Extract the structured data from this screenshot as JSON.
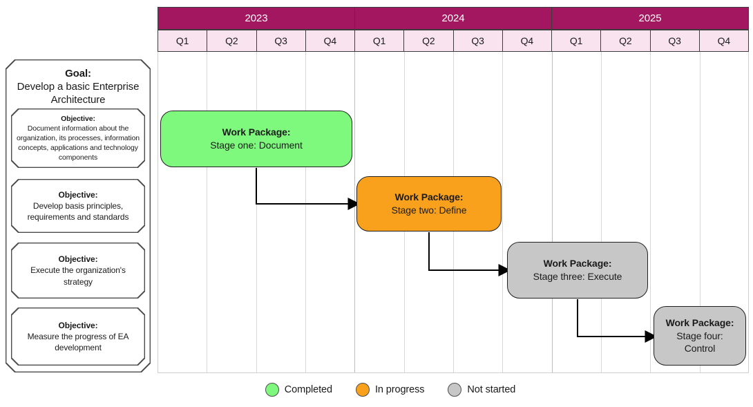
{
  "diagram": {
    "goal_panel": {
      "title_label": "Goal:",
      "title_text": "Develop a basic Enterprise Architecture",
      "objectives": [
        {
          "label": "Objective:",
          "text": "Document information about the organization, its processes, information concepts, applications and technology components"
        },
        {
          "label": "Objective:",
          "text": "Develop basis principles, requirements and standards"
        },
        {
          "label": "Objective:",
          "text": "Execute the organization's strategy"
        },
        {
          "label": "Objective:",
          "text": "Measure the progress of EA development"
        }
      ]
    },
    "timeline": {
      "years": [
        {
          "label": "2023",
          "quarters": [
            "Q1",
            "Q2",
            "Q3",
            "Q4"
          ]
        },
        {
          "label": "2024",
          "quarters": [
            "Q1",
            "Q2",
            "Q3",
            "Q4"
          ]
        },
        {
          "label": "2025",
          "quarters": [
            "Q1",
            "Q2",
            "Q3",
            "Q4"
          ]
        }
      ]
    },
    "work_packages": [
      {
        "label": "Work Package:",
        "text": "Stage one: Document",
        "status": "Completed",
        "start": "2023 Q1",
        "end": "2023 Q4",
        "color": "#7ef97e"
      },
      {
        "label": "Work Package:",
        "text": "Stage two: Define",
        "status": "In progress",
        "start": "2024 Q1",
        "end": "2024 Q3",
        "color": "#f9a11c"
      },
      {
        "label": "Work Package:",
        "text": "Stage three: Execute",
        "status": "Not started",
        "start": "2024 Q4",
        "end": "2025 Q2",
        "color": "#c7c7c7"
      },
      {
        "label": "Work Package:",
        "text": "Stage four: Control",
        "status": "Not started",
        "start": "2025 Q3",
        "end": "2025 Q4",
        "color": "#c7c7c7"
      }
    ],
    "legend": [
      {
        "label": "Completed",
        "color": "#7ef97e"
      },
      {
        "label": "In progress",
        "color": "#f9a11c"
      },
      {
        "label": "Not started",
        "color": "#c7c7c7"
      }
    ],
    "colors": {
      "year_header_bg": "#a2175f",
      "year_header_text": "#ffffff",
      "quarter_header_bg": "#f9e3ef",
      "grid_line": "#d7d7d7",
      "connector": "#000000"
    }
  }
}
